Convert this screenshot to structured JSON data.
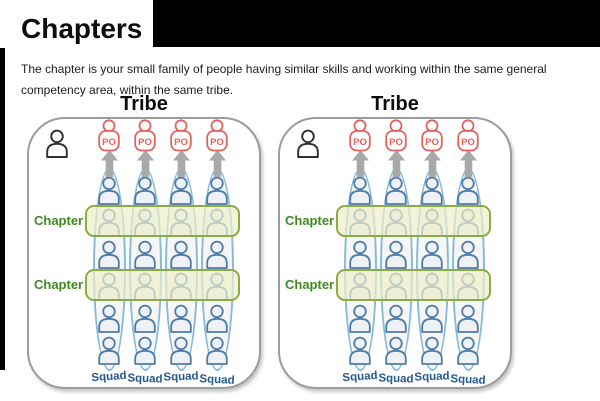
{
  "header": {
    "title": "Chapters"
  },
  "intro": {
    "lines": [
      "The chapter is your small family of people having similar skills and working within the same general",
      "competency area, within the same tribe."
    ]
  },
  "tribes": [
    {
      "label": "Tribe",
      "po_labels": [
        "PO",
        "PO",
        "PO",
        "PO"
      ],
      "chapter_labels": [
        "Chapter",
        "Chapter"
      ],
      "squad_labels": [
        "Squad",
        "Squad",
        "Squad",
        "Squad"
      ],
      "members_per_squad": 6,
      "chapter_member_rows": [
        2,
        4
      ]
    },
    {
      "label": "Tribe",
      "po_labels": [
        "PO",
        "PO",
        "PO",
        "PO"
      ],
      "chapter_labels": [
        "Chapter",
        "Chapter"
      ],
      "squad_labels": [
        "Squad",
        "Squad",
        "Squad",
        "Squad"
      ],
      "members_per_squad": 6,
      "chapter_member_rows": [
        2,
        4
      ]
    }
  ],
  "colors": {
    "redaction_black": "#000000",
    "text": "#1b1b1b",
    "tribe_border": "#9c9c9c",
    "member_stroke": "#2f2f2f",
    "squad_outline": "#86bcd9",
    "squad_fill": "#f6f7f4",
    "person_stroke": "#4f7ba7",
    "person_fill": "#eef1f5",
    "po_red": "#e4615c",
    "arrow_gray": "#a9a9a9",
    "chapter_band_border": "#8aab43",
    "chapter_band_fill": "rgba(238,238,202,0.70)",
    "chapter_text": "#3f8a21",
    "squad_text": "#25598f"
  }
}
